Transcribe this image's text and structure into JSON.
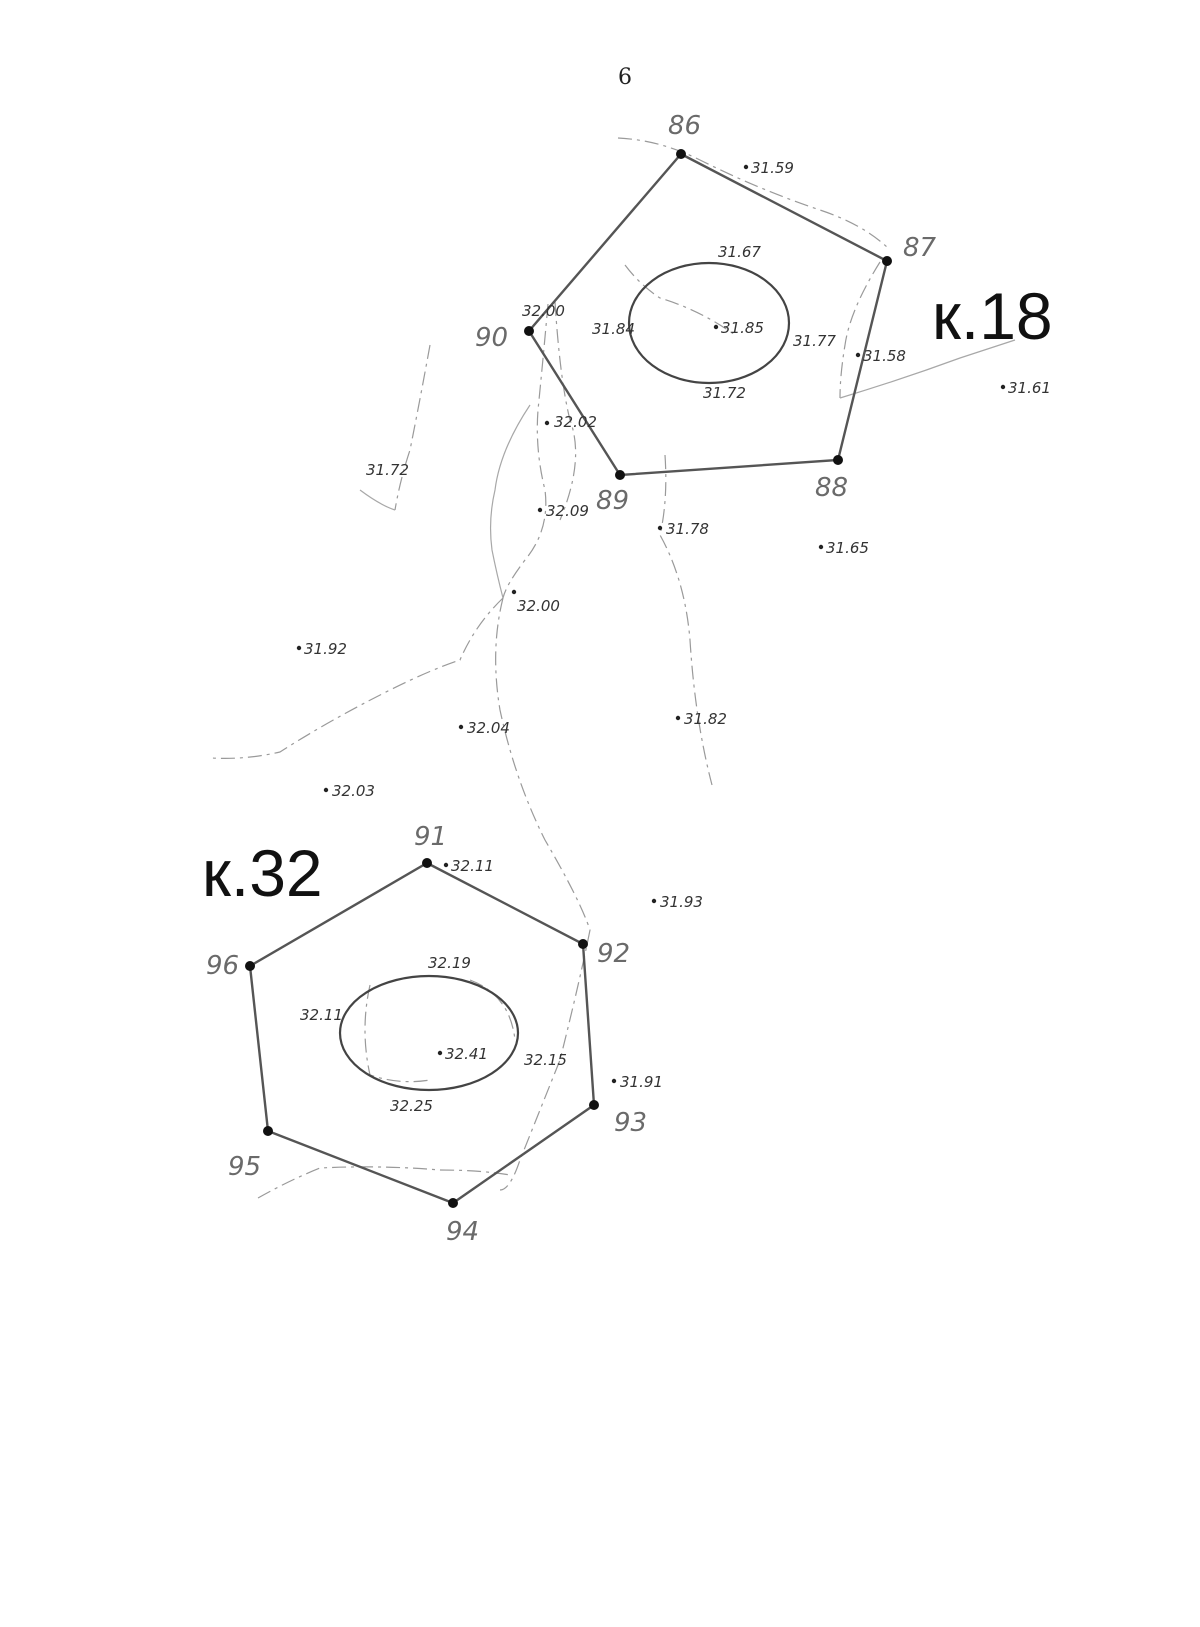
{
  "page_number": "6",
  "plots": [
    {
      "label": "к.18",
      "vertices": [
        "86",
        "87",
        "88",
        "89",
        "90"
      ],
      "contour_elevations": [
        "31.67",
        "31.84",
        "31.85",
        "31.77",
        "31.72",
        "32.00"
      ]
    },
    {
      "label": "к.32",
      "vertices": [
        "91",
        "92",
        "93",
        "94",
        "95",
        "96"
      ],
      "contour_elevations": [
        "32.19",
        "32.11",
        "32.41",
        "32.15",
        "32.25"
      ]
    }
  ],
  "elevations": {
    "e3159": "31.59",
    "e3167": "31.67",
    "e3200a": "32.00",
    "e3184": "31.84",
    "e3185": "31.85",
    "e3177": "31.77",
    "e3158": "31.58",
    "e3161": "31.61",
    "e3172a": "31.72",
    "e3202": "32.02",
    "e3172b": "31.72",
    "e3209": "32.09",
    "e3178": "31.78",
    "e3165": "31.65",
    "e3200b": "32.00",
    "e3192": "31.92",
    "e3204": "32.04",
    "e3182": "31.82",
    "e3203": "32.03",
    "e3211a": "32.11",
    "e3193": "31.93",
    "e3219": "32.19",
    "e3211b": "32.11",
    "e3241": "32.41",
    "e3215": "32.15",
    "e3191": "31.91",
    "e3225": "32.25"
  }
}
